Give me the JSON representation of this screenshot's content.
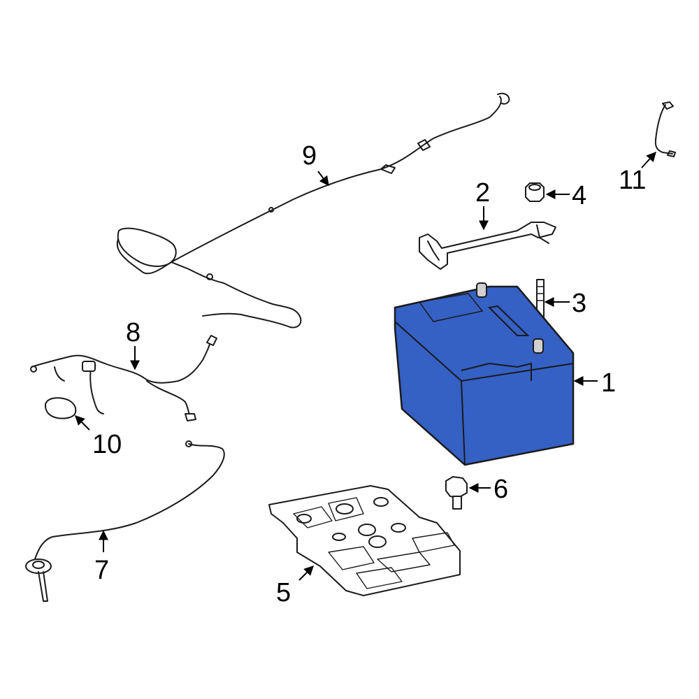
{
  "diagram": {
    "highlight_color": "#3560c4",
    "highlighted_part": "1",
    "callouts": [
      {
        "id": "1",
        "label": "1"
      },
      {
        "id": "2",
        "label": "2"
      },
      {
        "id": "3",
        "label": "3"
      },
      {
        "id": "4",
        "label": "4"
      },
      {
        "id": "5",
        "label": "5"
      },
      {
        "id": "6",
        "label": "6"
      },
      {
        "id": "7",
        "label": "7"
      },
      {
        "id": "8",
        "label": "8"
      },
      {
        "id": "9",
        "label": "9"
      },
      {
        "id": "10",
        "label": "10"
      },
      {
        "id": "11",
        "label": "11"
      }
    ]
  }
}
